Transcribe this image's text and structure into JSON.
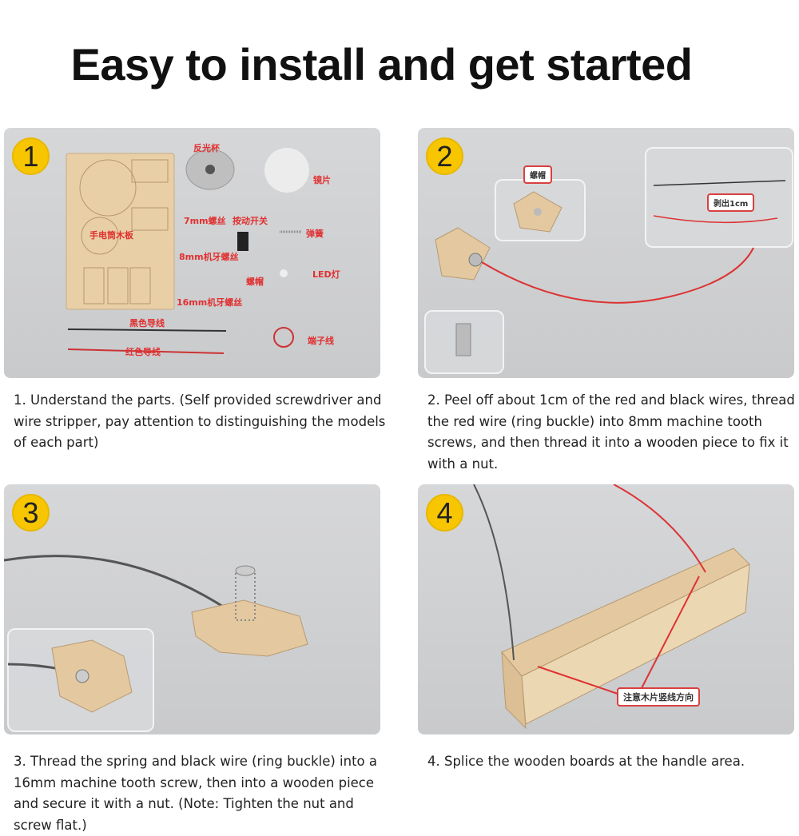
{
  "title": "Easy to install and get started",
  "steps": [
    {
      "number": "1",
      "caption": "1. Understand the parts. (Self provided screwdriver and wire stripper, pay attention to distinguishing the models of each part)",
      "labels": {
        "reflector": "反光杯",
        "lens": "镜片",
        "screw7": "7mm螺丝",
        "switch": "按动开关",
        "board": "手电筒木板",
        "spring": "弹簧",
        "screw8": "8mm机牙螺丝",
        "led": "LED灯",
        "nut": "螺帽",
        "screw16": "16mm机牙螺丝",
        "black_wire": "黑色导线",
        "red_wire": "红色导线",
        "terminal": "端子线"
      }
    },
    {
      "number": "2",
      "caption": "2. Peel off about 1cm of the red and black wires, thread the red wire (ring buckle) into 8mm machine tooth screws, and then thread it into a wooden piece to fix it with a nut.",
      "labels": {
        "nut": "螺帽",
        "strip": "剥出1cm"
      }
    },
    {
      "number": "3",
      "caption": "3. Thread the spring and black wire (ring buckle) into a 16mm machine tooth screw, then into a wooden piece and secure it with a nut. (Note: Tighten the nut and screw flat.)"
    },
    {
      "number": "4",
      "caption": "4. Splice the wooden boards at the handle area.",
      "labels": {
        "note": "注意木片竖线方向"
      }
    }
  ]
}
